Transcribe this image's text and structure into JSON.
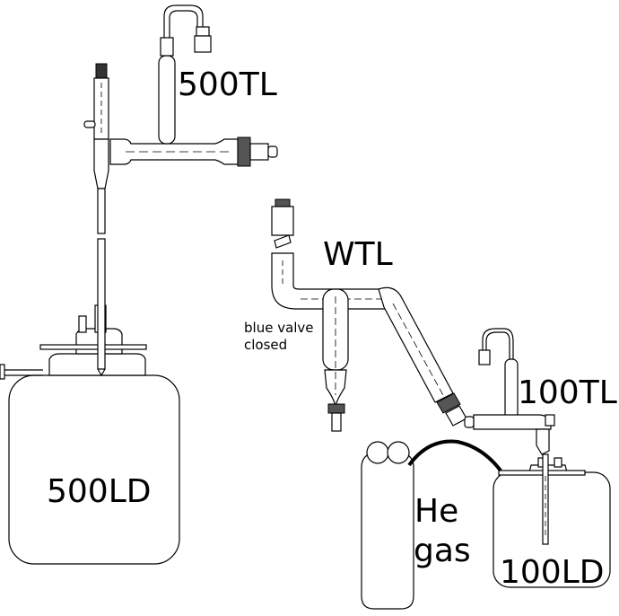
{
  "labels": {
    "tl500": "500TL",
    "wtl": "WTL",
    "blue_valve_line1": "blue valve",
    "blue_valve_line2": "closed",
    "tl100": "100TL",
    "ld500": "500LD",
    "he_line1": "He",
    "he_line2": "gas",
    "ld100": "100LD"
  },
  "colors": {
    "line": "#000000",
    "background": "#ffffff",
    "knurl": "#444444"
  }
}
